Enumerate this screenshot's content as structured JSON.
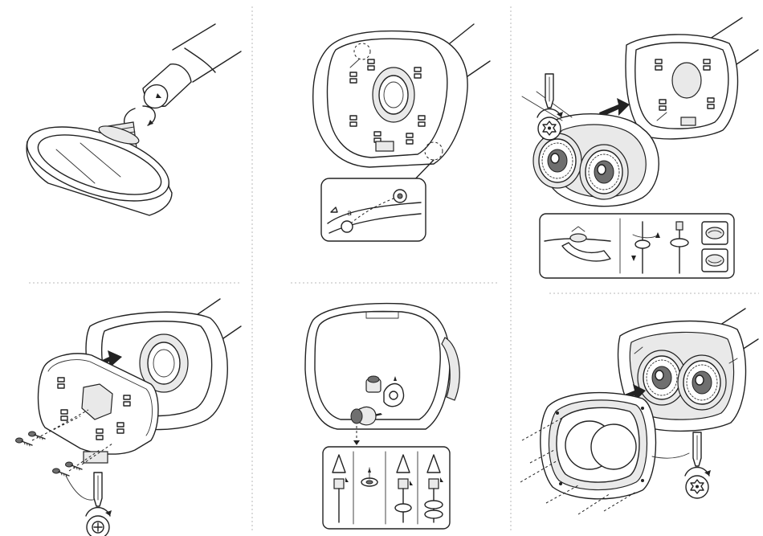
{
  "page": {
    "width": 950,
    "height": 667
  },
  "labels": {
    "callout_a": "a"
  },
  "steps": [
    {
      "id": "step-1",
      "icon": "rotate-arrows-icon"
    },
    {
      "id": "step-2",
      "icon": "magnifier-callout"
    },
    {
      "id": "step-3",
      "icon": "torx-screwdriver-icon"
    },
    {
      "id": "step-4",
      "icon": "phillips-screwdriver-icon"
    },
    {
      "id": "step-5",
      "icon": "cable-gland-callout"
    },
    {
      "id": "step-6",
      "icon": "torx-screwdriver-icon"
    }
  ]
}
